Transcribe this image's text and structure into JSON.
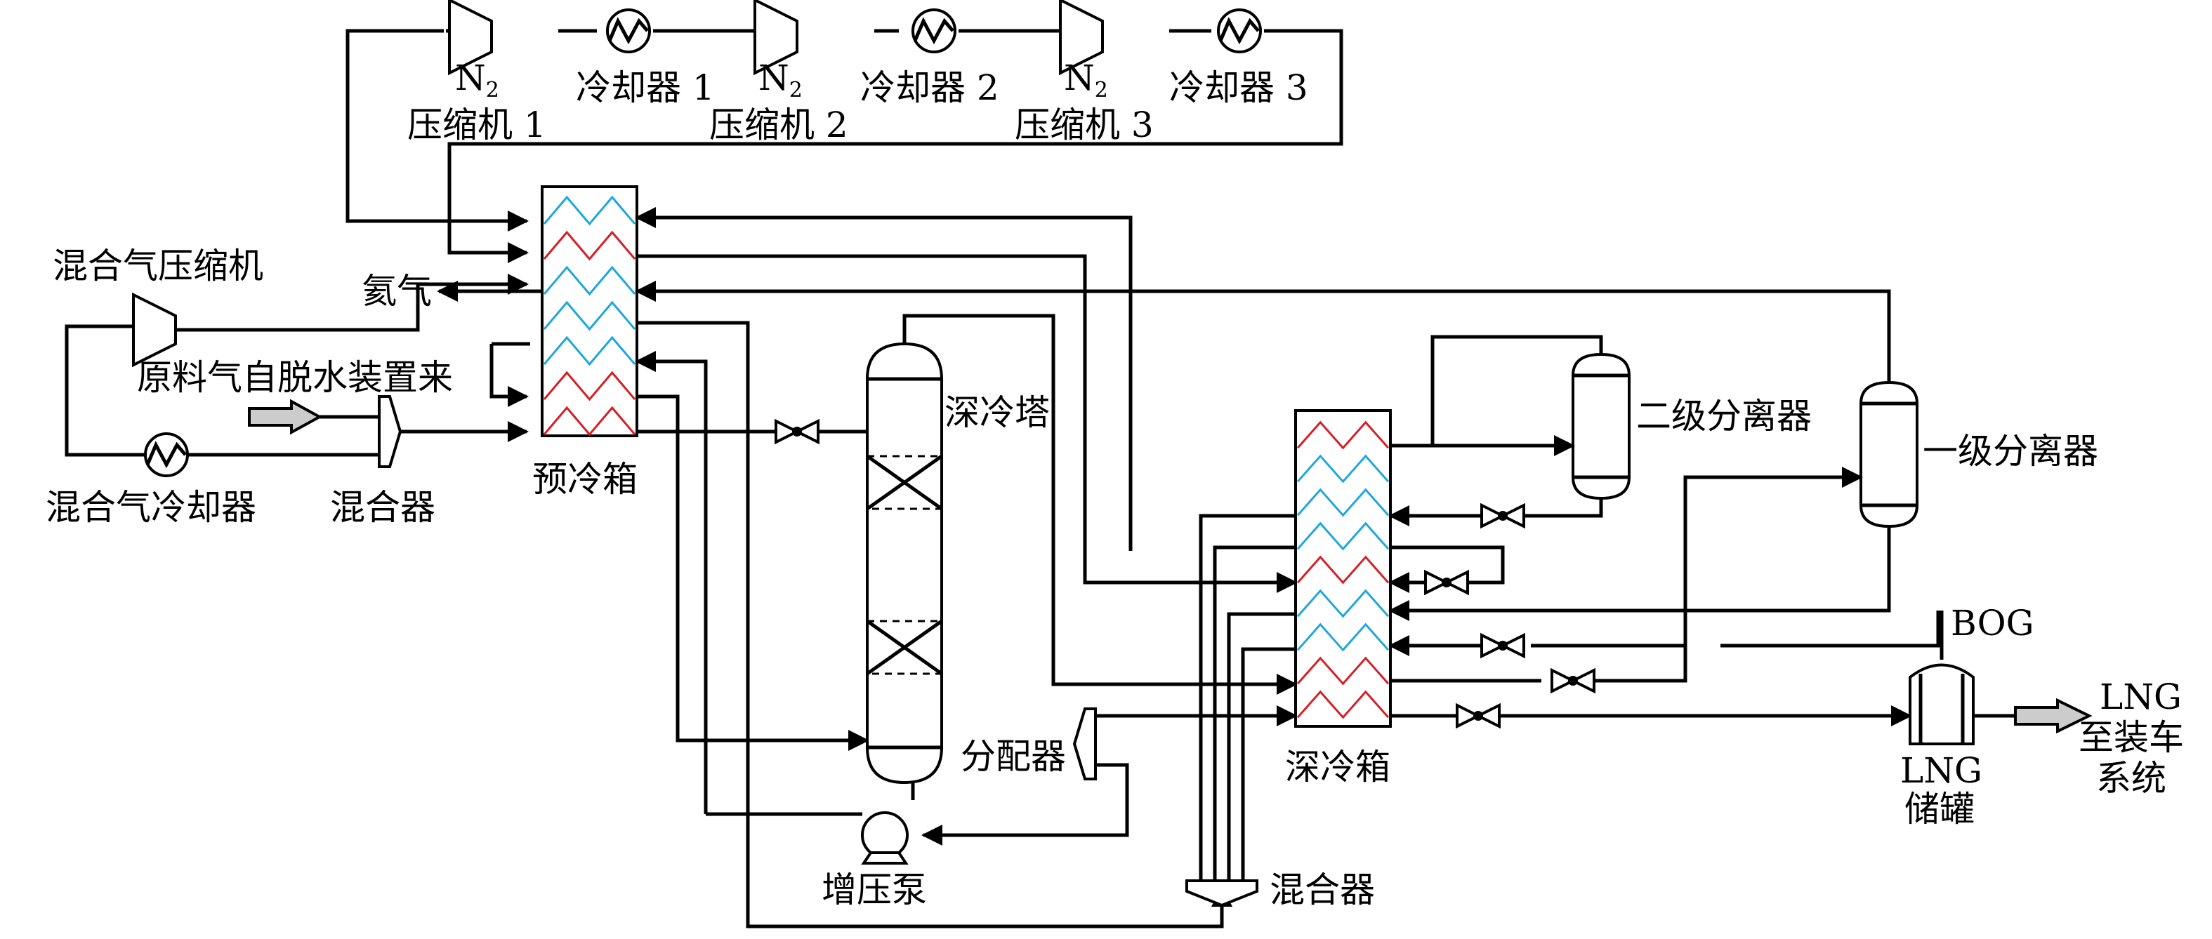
{
  "labels": {
    "n2_top": "N",
    "n2_sub": "2",
    "n2_compressor_1": "压缩机 1",
    "n2_compressor_2": "压缩机 2",
    "n2_compressor_3": "压缩机 3",
    "cooler_1": "冷却器 1",
    "cooler_2": "冷却器 2",
    "cooler_3": "冷却器 3",
    "mixed_gas_compressor": "混合气压缩机",
    "helium": "氦气",
    "feed_gas_source": "原料气自脱水装置来",
    "mixed_gas_cooler": "混合气冷却器",
    "mixer_left": "混合器",
    "precooler": "预冷箱",
    "cryo_tower": "深冷塔",
    "distributor": "分配器",
    "booster_pump": "增压泵",
    "mixer_bottom": "混合器",
    "cryo_box": "深冷箱",
    "second_separator": "二级分离器",
    "first_separator": "一级分离器",
    "bog": "BOG",
    "lng_tank_line1": "LNG",
    "lng_tank_line2": "储罐",
    "lng_out_line1": "LNG",
    "lng_out_line2": "至装车",
    "lng_out_line3": "系统"
  },
  "colors": {
    "hot_stream": "#d42027",
    "cold_stream": "#1fa7dc",
    "pipe": "#000000",
    "outlet_arrow": "#cccccc"
  },
  "heat_exchangers": {
    "precooler_streams": [
      "cold",
      "hot",
      "cold",
      "cold",
      "cold",
      "hot",
      "hot"
    ],
    "cryo_box_streams": [
      "hot",
      "cold",
      "cold",
      "cold",
      "hot",
      "cold",
      "cold",
      "hot",
      "hot"
    ]
  },
  "icons": {
    "compressor": "compressor-icon",
    "cooler": "cooler-icon",
    "valve": "valve-icon",
    "pump": "pump-icon",
    "mixer": "mixer-icon",
    "splitter": "splitter-icon",
    "tank": "tank-icon"
  }
}
